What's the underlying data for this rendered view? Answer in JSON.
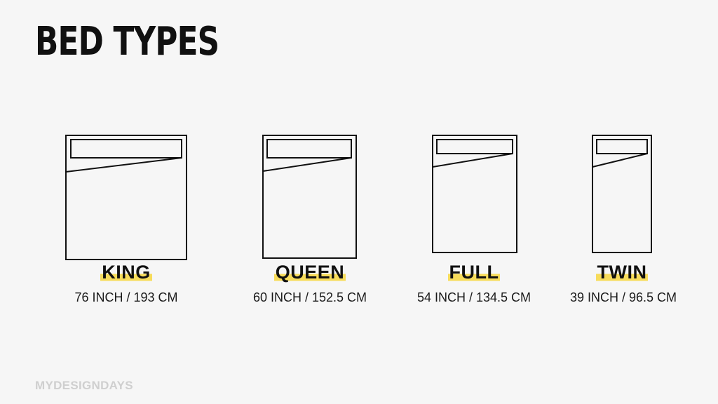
{
  "title": "BED TYPES",
  "highlight_color": "#f7dc5b",
  "line_color": "#111111",
  "background_color": "#f6f6f6",
  "beds": [
    {
      "name": "KING",
      "size": "76 INCH / 193 CM"
    },
    {
      "name": "QUEEN",
      "size": "60 INCH / 152.5 CM"
    },
    {
      "name": "FULL",
      "size": "54 INCH / 134.5 CM"
    },
    {
      "name": "TWIN",
      "size": "39 INCH / 96.5 CM"
    }
  ],
  "brand": "MYDESIGNDAYS"
}
